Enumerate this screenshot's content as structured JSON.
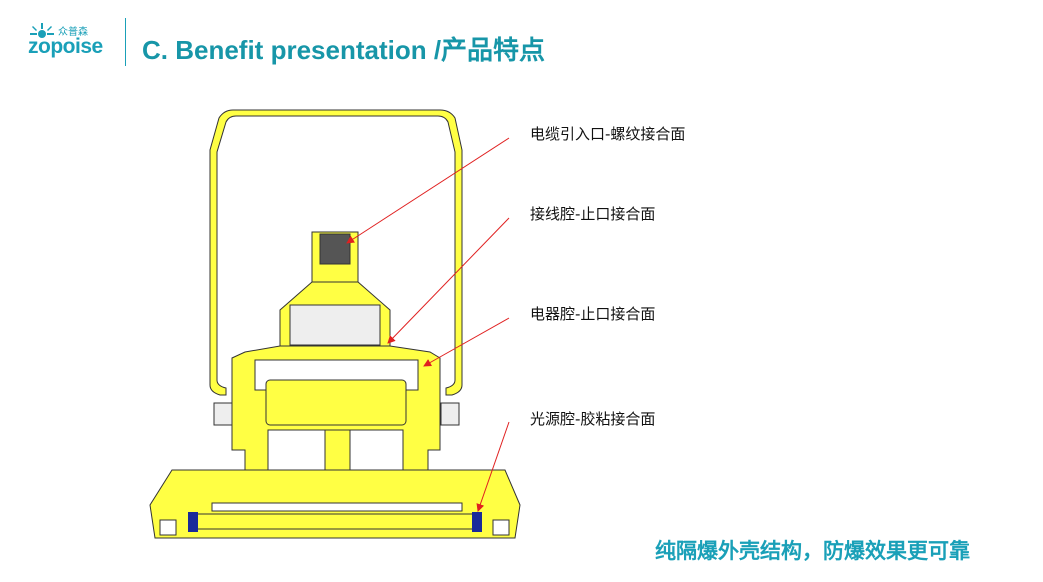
{
  "header": {
    "logo_cn": "众普森",
    "logo_en": "zopoise",
    "title": "C. Benefit presentation /产品特点"
  },
  "callouts": [
    {
      "label": "电缆引入口-螺纹接合面"
    },
    {
      "label": "接线腔-止口接合面"
    },
    {
      "label": "电器腔-止口接合面"
    },
    {
      "label": "光源腔-胶粘接合面"
    }
  ],
  "footer": {
    "text": "纯隔爆外壳结构，防爆效果更可靠"
  },
  "colors": {
    "accent": "#1aa0b8",
    "body": "#ffff44",
    "arrow": "#e02020",
    "seal": "#1a2a9a"
  }
}
